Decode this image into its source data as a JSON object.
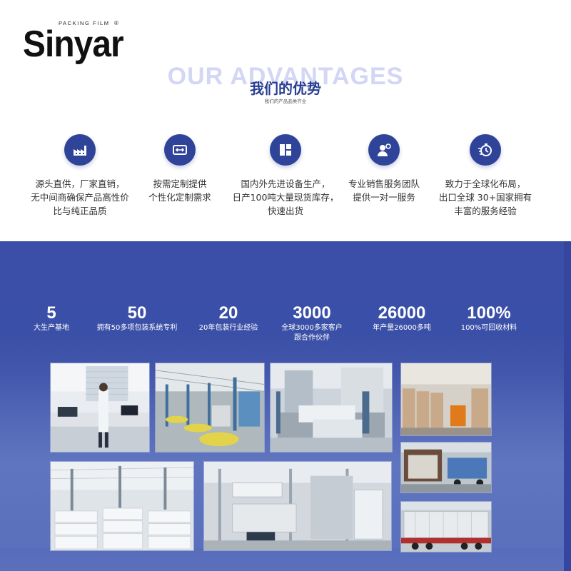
{
  "logo": {
    "word": "Sinyar",
    "subtitle": "PACKING FILM",
    "registered": "®"
  },
  "advantages": {
    "title_en": "OUR ADVANTAGES",
    "title_cn": "我们的优势",
    "subtitle_cn": "我们的产品品类齐全"
  },
  "features": [
    {
      "icon": "factory-icon",
      "lines": [
        "源头直供，厂家直销，",
        "无中间商确保产品高性价",
        "比与纯正品质"
      ]
    },
    {
      "icon": "custom-settings-icon",
      "lines": [
        "按需定制提供",
        "个性化定制需求"
      ]
    },
    {
      "icon": "equipment-icon",
      "lines": [
        "国内外先进设备生产，",
        "日产100吨大量现货库存，",
        "快速出货"
      ]
    },
    {
      "icon": "service-team-icon",
      "lines": [
        "专业销售服务团队",
        "提供一对一服务"
      ]
    },
    {
      "icon": "global-speed-icon",
      "lines": [
        "致力于全球化布局，",
        "出口全球 30+国家拥有",
        "丰富的服务经验"
      ]
    }
  ],
  "stats": [
    {
      "value": "5",
      "label": "大生产基地"
    },
    {
      "value": "50",
      "label": "拥有50多项包装系统专利"
    },
    {
      "value": "20",
      "label": "20年包装行业经验"
    },
    {
      "value": "3000",
      "label": "全球3000多家客户",
      "label2": "跟合作伙伴"
    },
    {
      "value": "26000",
      "label": "年产量26000多吨"
    },
    {
      "value": "100%",
      "label": "100%可回收材料"
    }
  ],
  "colors": {
    "brand_blue": "#2f4399",
    "band_blue": "#3b4fa8",
    "title_light": "#d3d6f4"
  }
}
